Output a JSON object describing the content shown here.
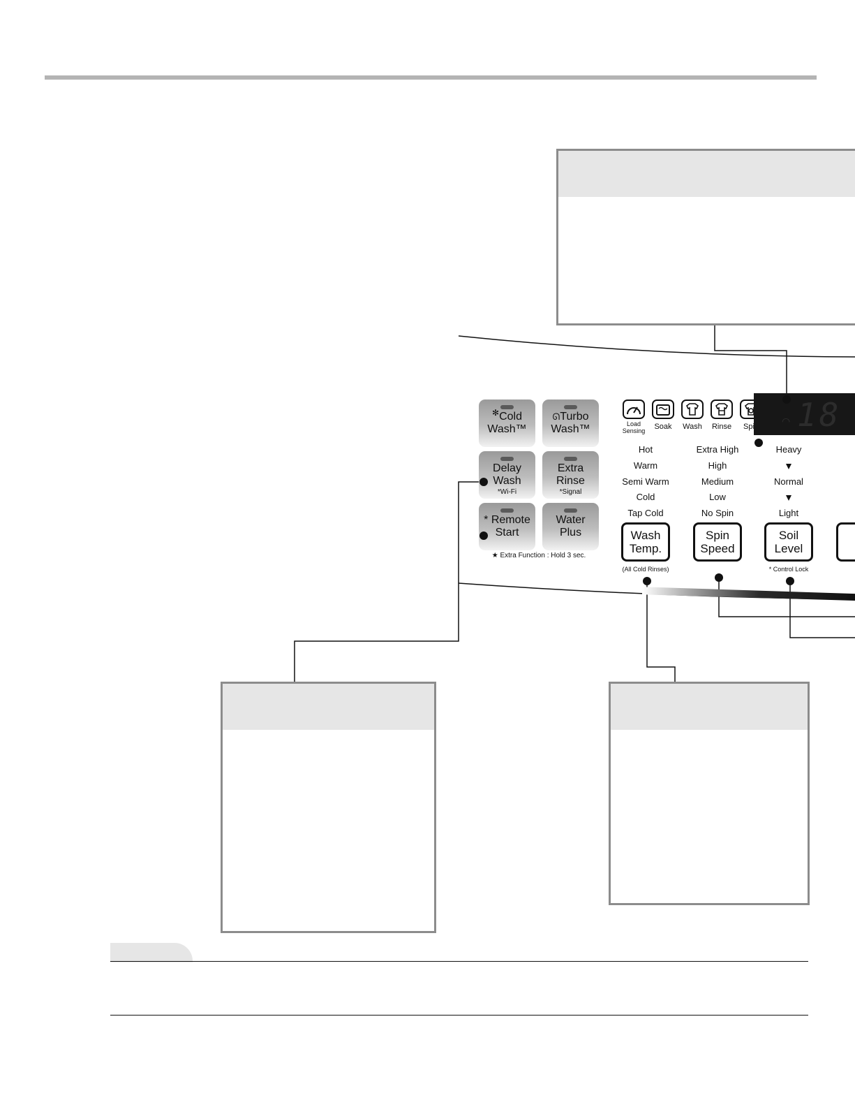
{
  "tiles": [
    {
      "line1": "Cold",
      "line2": "Wash™",
      "sub": "",
      "icon": "snowflake-icon"
    },
    {
      "line1": "Turbo",
      "line2": "Wash™",
      "sub": "",
      "icon": "swirl-icon"
    },
    {
      "line1": "Delay",
      "line2": "Wash",
      "sub": "*Wi-Fi"
    },
    {
      "line1": "Extra",
      "line2": "Rinse",
      "sub": "*Signal"
    },
    {
      "line1": "* Remote",
      "line2": "Start",
      "sub": ""
    },
    {
      "line1": "Water",
      "line2": "Plus",
      "sub": ""
    }
  ],
  "extra_function_note": "★ Extra Function : Hold 3 sec.",
  "cycle_icons": [
    {
      "label": "Load\nSensing",
      "icon": "gauge-icon"
    },
    {
      "label": "Soak",
      "icon": "tub-icon"
    },
    {
      "label": "Wash",
      "icon": "shirt-wash-icon"
    },
    {
      "label": "Rinse",
      "icon": "shirt-rinse-icon"
    },
    {
      "label": "Spin",
      "icon": "spin-icon"
    }
  ],
  "wash_temp": {
    "options": [
      "Hot",
      "Warm",
      "Semi Warm",
      "Cold",
      "Tap Cold"
    ],
    "button": [
      "Wash",
      "Temp."
    ],
    "footnote": "(All Cold Rinses)"
  },
  "spin_speed": {
    "options": [
      "Extra High",
      "High",
      "Medium",
      "Low",
      "No Spin"
    ],
    "button": [
      "Spin",
      "Speed"
    ]
  },
  "soil_level": {
    "options": [
      "Heavy",
      "Normal",
      "Light"
    ],
    "button": [
      "Soil",
      "Level"
    ],
    "footnote": "* Control Lock"
  },
  "display": {
    "digits": "18"
  },
  "colors": {
    "tile": "#a8a8a8",
    "callout_border": "#8c8c8c",
    "callout_header": "#e6e6e6",
    "rule": "#b4b4b4",
    "display": "#171717"
  }
}
